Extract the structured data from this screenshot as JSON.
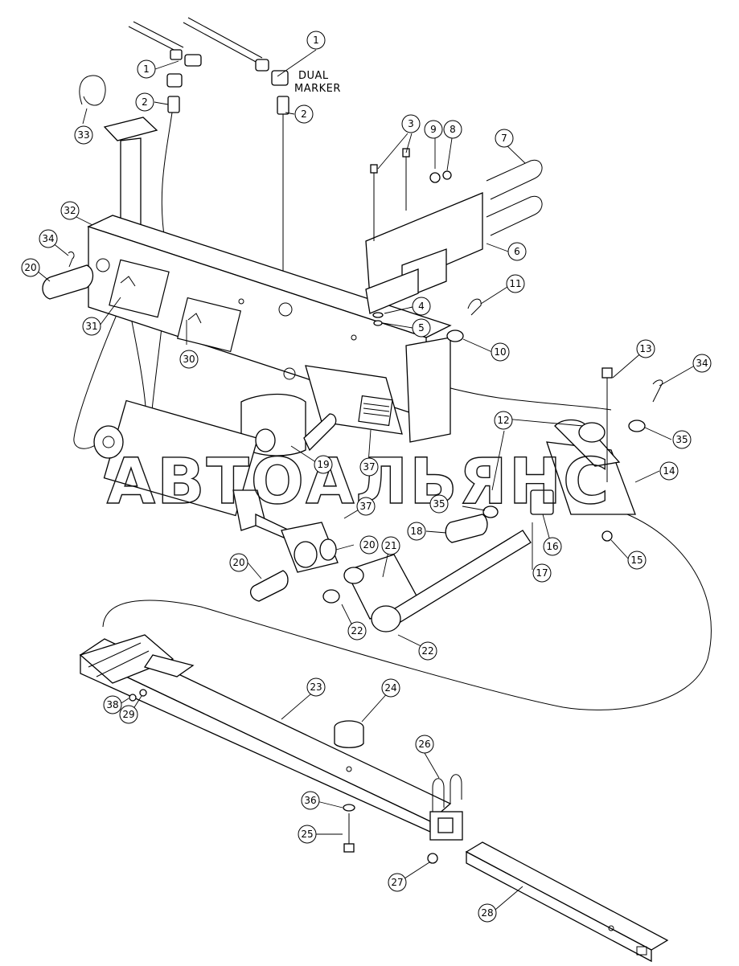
{
  "note": {
    "line1": "DUAL",
    "line2": "MARKER"
  },
  "watermark": "АВТОАЛЬЯНС",
  "callouts": [
    {
      "id": "c1a",
      "label": "1"
    },
    {
      "id": "c1b",
      "label": "1"
    },
    {
      "id": "c2a",
      "label": "2"
    },
    {
      "id": "c2b",
      "label": "2"
    },
    {
      "id": "c3",
      "label": "3"
    },
    {
      "id": "c4",
      "label": "4"
    },
    {
      "id": "c5",
      "label": "5"
    },
    {
      "id": "c6",
      "label": "6"
    },
    {
      "id": "c7",
      "label": "7"
    },
    {
      "id": "c8",
      "label": "8"
    },
    {
      "id": "c9",
      "label": "9"
    },
    {
      "id": "c10",
      "label": "10"
    },
    {
      "id": "c11",
      "label": "11"
    },
    {
      "id": "c12",
      "label": "12"
    },
    {
      "id": "c13",
      "label": "13"
    },
    {
      "id": "c14",
      "label": "14"
    },
    {
      "id": "c15",
      "label": "15"
    },
    {
      "id": "c16",
      "label": "16"
    },
    {
      "id": "c17",
      "label": "17"
    },
    {
      "id": "c18",
      "label": "18"
    },
    {
      "id": "c19",
      "label": "19"
    },
    {
      "id": "c20a",
      "label": "20"
    },
    {
      "id": "c20b",
      "label": "20"
    },
    {
      "id": "c20c",
      "label": "20"
    },
    {
      "id": "c21",
      "label": "21"
    },
    {
      "id": "c22a",
      "label": "22"
    },
    {
      "id": "c22b",
      "label": "22"
    },
    {
      "id": "c23",
      "label": "23"
    },
    {
      "id": "c24",
      "label": "24"
    },
    {
      "id": "c25",
      "label": "25"
    },
    {
      "id": "c26",
      "label": "26"
    },
    {
      "id": "c27",
      "label": "27"
    },
    {
      "id": "c28",
      "label": "28"
    },
    {
      "id": "c29",
      "label": "29"
    },
    {
      "id": "c30",
      "label": "30"
    },
    {
      "id": "c31",
      "label": "31"
    },
    {
      "id": "c32",
      "label": "32"
    },
    {
      "id": "c33",
      "label": "33"
    },
    {
      "id": "c34a",
      "label": "34"
    },
    {
      "id": "c34b",
      "label": "34"
    },
    {
      "id": "c35a",
      "label": "35"
    },
    {
      "id": "c35b",
      "label": "35"
    },
    {
      "id": "c36",
      "label": "36"
    },
    {
      "id": "c37a",
      "label": "37"
    },
    {
      "id": "c37b",
      "label": "37"
    },
    {
      "id": "c38",
      "label": "38"
    }
  ]
}
